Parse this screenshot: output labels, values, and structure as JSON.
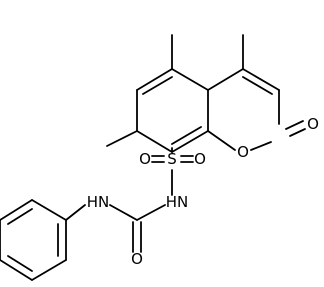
{
  "molecule": {
    "atoms": {
      "ring_oxygen": "O",
      "carbonyl_oxygen_lactone": "O",
      "sulfur": "S",
      "sulfonyl_oxygen_left": "O",
      "sulfonyl_oxygen_right": "O",
      "sulfonamide_nitrogen": "HN",
      "urea_nitrogen": "HN",
      "urea_oxygen": "O"
    }
  }
}
